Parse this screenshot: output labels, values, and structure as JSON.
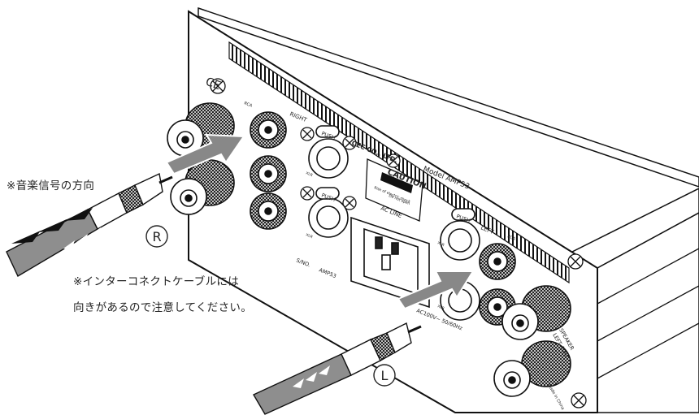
{
  "notes": {
    "signal_direction": "※音楽信号の方向",
    "interconnect_line1": "※インターコネクトケーブルには",
    "interconnect_line2": "向きがあるので注意してください。"
  },
  "markers": {
    "right": "R",
    "left": "L"
  },
  "panel": {
    "brand": "CEC CO., LTD.",
    "model": "Model AMP53",
    "caution": "CAUTION",
    "caution_sub1": "Risk of electric shock",
    "caution_sub2": "Do not open",
    "right_label": "RIGHT",
    "left_label": "LEFT",
    "rca": "RCA",
    "xlr": "XLR",
    "push": "PUSH",
    "ac_line": "AC LINE",
    "ac_rating": "AC100V~ 50/60Hz",
    "sn": "S/NO.",
    "amp": "AMP53",
    "speaker": "SPEAKER",
    "speaker_sub": "LEFT 4-8Ω",
    "made": "Made in China",
    "ce": "CE"
  }
}
